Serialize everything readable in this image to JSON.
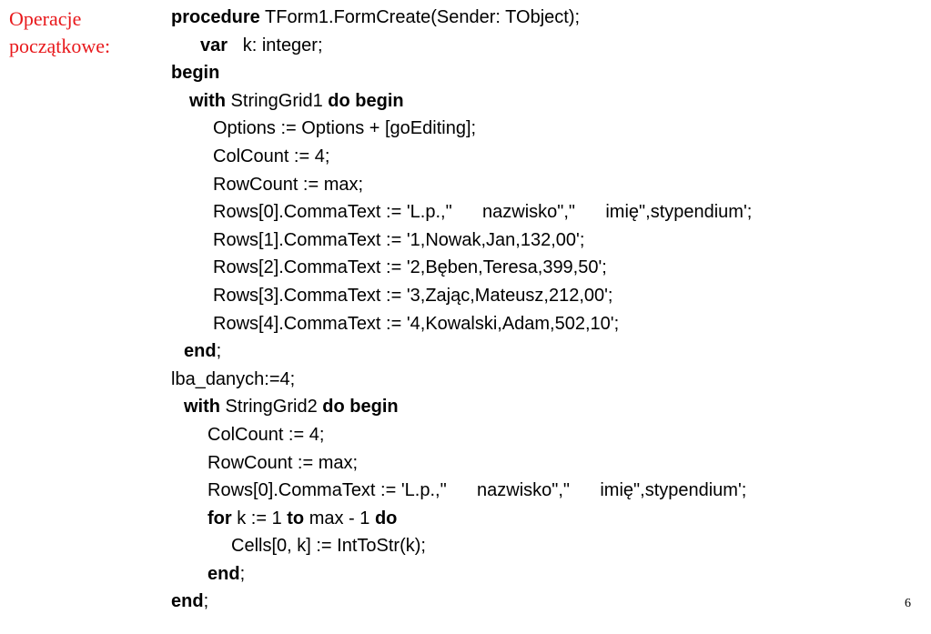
{
  "title_lines": [
    "Operacje",
    "początkowe:"
  ],
  "page_number": "6",
  "code_lines": [
    {
      "indent": 0,
      "tokens": [
        {
          "t": "procedure",
          "b": true
        },
        {
          "t": " TForm1.FormCreate(Sender: TObject);",
          "b": false
        }
      ]
    },
    {
      "indent": 32,
      "tokens": [
        {
          "t": "var",
          "b": true
        },
        {
          "t": "   k: integer;",
          "b": false
        }
      ]
    },
    {
      "indent": 0,
      "tokens": [
        {
          "t": "begin",
          "b": true
        }
      ]
    },
    {
      "indent": 20,
      "tokens": [
        {
          "t": "with",
          "b": true
        },
        {
          "t": " StringGrid1 ",
          "b": false
        },
        {
          "t": "do begin",
          "b": true
        }
      ]
    },
    {
      "indent": 46,
      "tokens": [
        {
          "t": "Options := Options + [goEditing];",
          "b": false
        }
      ]
    },
    {
      "indent": 46,
      "tokens": [
        {
          "t": "ColCount := 4;",
          "b": false
        }
      ]
    },
    {
      "indent": 46,
      "tokens": [
        {
          "t": "RowCount := max;",
          "b": false
        }
      ]
    },
    {
      "indent": 46,
      "tokens": [
        {
          "t": "Rows[0].CommaText := 'L.p.,\"      nazwisko\",\"      imię\",stypendium';",
          "b": false
        }
      ]
    },
    {
      "indent": 46,
      "tokens": [
        {
          "t": "Rows[1].CommaText := '1,Nowak,Jan,132,00';",
          "b": false
        }
      ]
    },
    {
      "indent": 46,
      "tokens": [
        {
          "t": "Rows[2].CommaText := '2,Bęben,Teresa,399,50';",
          "b": false
        }
      ]
    },
    {
      "indent": 46,
      "tokens": [
        {
          "t": "Rows[3].CommaText := '3,Zając,Mateusz,212,00';",
          "b": false
        }
      ]
    },
    {
      "indent": 46,
      "tokens": [
        {
          "t": "Rows[4].CommaText := '4,Kowalski,Adam,502,10';",
          "b": false
        }
      ]
    },
    {
      "indent": 14,
      "tokens": [
        {
          "t": "end",
          "b": true
        },
        {
          "t": ";",
          "b": false
        }
      ]
    },
    {
      "indent": 0,
      "tokens": [
        {
          "t": "lba_danych:=4;",
          "b": false
        }
      ]
    },
    {
      "indent": 14,
      "tokens": [
        {
          "t": "with",
          "b": true
        },
        {
          "t": " StringGrid2 ",
          "b": false
        },
        {
          "t": "do begin",
          "b": true
        }
      ]
    },
    {
      "indent": 40,
      "tokens": [
        {
          "t": "ColCount := 4;",
          "b": false
        }
      ]
    },
    {
      "indent": 40,
      "tokens": [
        {
          "t": "RowCount := max;",
          "b": false
        }
      ]
    },
    {
      "indent": 40,
      "tokens": [
        {
          "t": "Rows[0].CommaText := 'L.p.,\"      nazwisko\",\"      imię\",stypendium';",
          "b": false
        }
      ]
    },
    {
      "indent": 40,
      "tokens": [
        {
          "t": "for",
          "b": true
        },
        {
          "t": " k := 1 ",
          "b": false
        },
        {
          "t": "to",
          "b": true
        },
        {
          "t": " max - 1 ",
          "b": false
        },
        {
          "t": "do",
          "b": true
        }
      ]
    },
    {
      "indent": 66,
      "tokens": [
        {
          "t": "Cells[0, k] := IntToStr(k);",
          "b": false
        }
      ]
    },
    {
      "indent": 40,
      "tokens": [
        {
          "t": "end",
          "b": true
        },
        {
          "t": ";",
          "b": false
        }
      ]
    },
    {
      "indent": 0,
      "tokens": [
        {
          "t": "end",
          "b": true
        },
        {
          "t": ";",
          "b": false
        }
      ]
    }
  ]
}
